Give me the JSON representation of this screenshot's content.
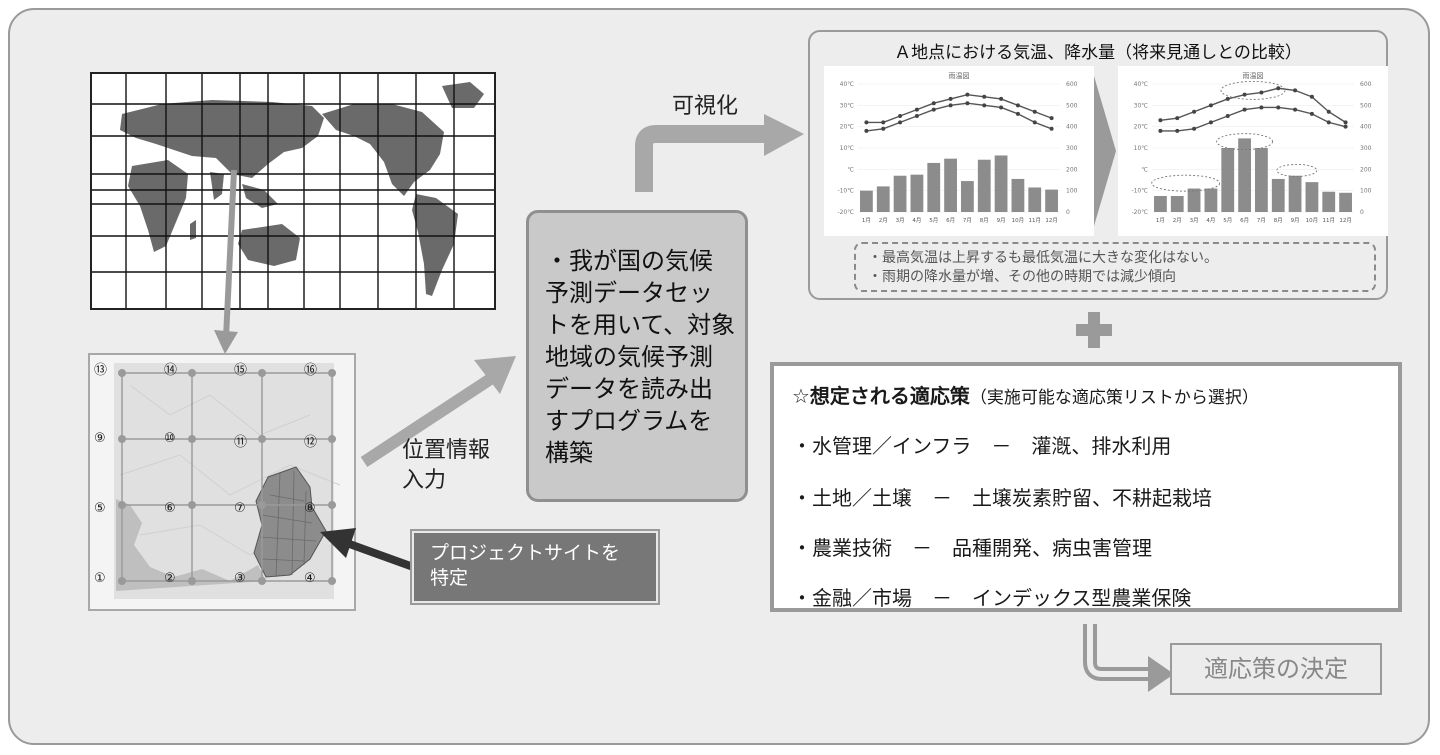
{
  "program_box_text": "・我が国の気候\n予測データセッ\nトを用いて、対象\n地域の気候予測\nデータを読み出\nすプログラムを\n構築",
  "position_label": "位置情報\n入力",
  "visualize_label": "可視化",
  "project_site_label": "プロジェクトサイトを\n特定",
  "grid_numbers": [
    "⑬",
    "⑭",
    "⑮",
    "⑯",
    "⑨",
    "⑩",
    "⑪",
    "⑫",
    "⑤",
    "⑥",
    "⑦",
    "⑧",
    "①",
    "②",
    "③",
    "④"
  ],
  "chart_panel": {
    "title": "Ａ地点における気温、降水量（将来見通しとの比較）",
    "notes": [
      "・最高気温は上昇するも最低気温に大きな変化はない。",
      "・雨期の降水量が増、その他の時期では減少傾向"
    ]
  },
  "chart_data": [
    {
      "type": "bar",
      "title": "雨温図",
      "categories": [
        "1月",
        "2月",
        "3月",
        "4月",
        "5月",
        "6月",
        "7月",
        "8月",
        "9月",
        "10月",
        "11月",
        "12月"
      ],
      "y_ticks_left": [
        "40℃",
        "30℃",
        "20℃",
        "10℃",
        "℃",
        "-10℃",
        "-20℃"
      ],
      "y_ticks_right": [
        "600",
        "500",
        "400",
        "300",
        "200",
        "100",
        "0"
      ],
      "ylim_temp": [
        -20,
        40
      ],
      "ylim_precip": [
        0,
        600
      ],
      "series": [
        {
          "values": [
            22,
            22,
            25,
            28,
            31,
            33,
            35,
            34,
            33,
            30,
            27,
            24
          ]
        },
        {
          "values": [
            18,
            19,
            22,
            25,
            28,
            30,
            31,
            30,
            29,
            26,
            22,
            19
          ]
        },
        {
          "values": [
            100,
            120,
            170,
            175,
            230,
            250,
            145,
            245,
            265,
            155,
            115,
            105
          ]
        }
      ]
    },
    {
      "type": "bar",
      "title": "雨温図",
      "categories": [
        "1月",
        "2月",
        "3月",
        "4月",
        "5月",
        "6月",
        "7月",
        "8月",
        "9月",
        "10月",
        "11月",
        "12月"
      ],
      "y_ticks_left": [
        "40℃",
        "30℃",
        "20℃",
        "10℃",
        "℃",
        "-10℃",
        "-20℃"
      ],
      "y_ticks_right": [
        "600",
        "500",
        "400",
        "300",
        "200",
        "100",
        "0"
      ],
      "ylim_temp": [
        -20,
        40
      ],
      "ylim_precip": [
        0,
        600
      ],
      "series": [
        {
          "values": [
            23,
            24,
            27,
            30,
            33,
            35,
            36,
            38,
            37,
            34,
            27,
            22
          ]
        },
        {
          "values": [
            18,
            18,
            19,
            22,
            25,
            28,
            29,
            29,
            28,
            26,
            22,
            20
          ]
        },
        {
          "values": [
            75,
            75,
            110,
            110,
            300,
            345,
            300,
            155,
            170,
            140,
            95,
            90
          ]
        }
      ]
    }
  ],
  "adaptation": {
    "title_bold": "☆想定される適応策",
    "title_sub": "（実施可能な適応策リストから選択）",
    "items": [
      "・水管理／インフラ　－　灌漑、排水利用",
      "・土地／土壌　－　土壌炭素貯留、不耕起栽培",
      "・農業技術　－　品種開発、病虫害管理",
      "・金融／市場　－　インデックス型農業保険"
    ]
  },
  "decision_label": "適応策の決定",
  "colors": {
    "frame_bg": "#ededed",
    "arrow_gray": "#9a9a9a",
    "dark_arrow": "#333333",
    "bar_gray": "#8c8c8c"
  }
}
